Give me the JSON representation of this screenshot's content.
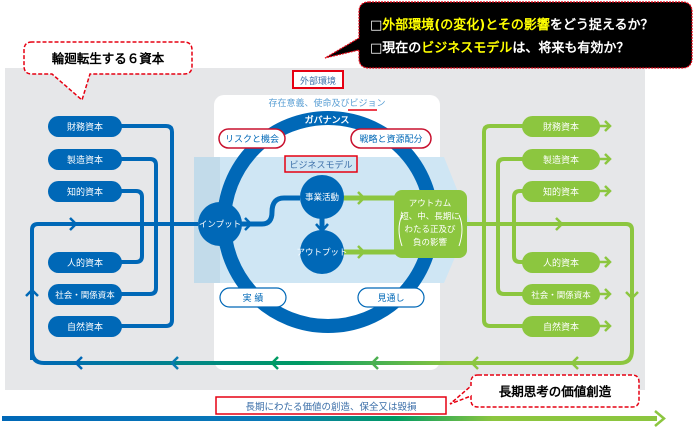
{
  "callouts": {
    "six_capitals": "輪廻転生する６資本",
    "questions": {
      "line1": [
        {
          "text": "□",
          "highlight": false
        },
        {
          "text": "外部環境",
          "highlight": true
        },
        {
          "text": "(の変化)",
          "highlight": false
        },
        {
          "text": "とその",
          "highlight": false
        },
        {
          "text": "影響",
          "highlight": true
        },
        {
          "text": "をどう捉えるか？",
          "highlight": false
        }
      ],
      "line2": [
        {
          "text": "□現在の",
          "highlight": false
        },
        {
          "text": "ビジネスモデル",
          "highlight": true
        },
        {
          "text": "は、将来も有効か？",
          "highlight": false
        }
      ]
    },
    "long_term": "長期思考の価値創造"
  },
  "center": {
    "external_env": "外部環境",
    "purpose": "存在意義、使命及びビジョン",
    "governance": "ガバナンス",
    "risk": "リスクと機会",
    "strategy": "戦略と資源配分",
    "business_model": "ビジネスモデル",
    "input": "インプット",
    "activities": "事業活動",
    "output": "アウトプット",
    "outcome": [
      "アウトカム",
      "短、中、長期に",
      "わたる正及び",
      "負の影響"
    ],
    "performance": "実 績",
    "outlook": "見通し"
  },
  "input_capitals": [
    "財務資本",
    "製造資本",
    "知的資本",
    "人的資本",
    "社会・関係資本",
    "自然資本"
  ],
  "output_capitals": [
    "財務資本",
    "製造資本",
    "知的資本",
    "人的資本",
    "社会・関係資本",
    "自然資本"
  ],
  "bottom": {
    "value_label": "長期にわたる価値の創造、保全又は毀損"
  },
  "colors": {
    "blue": "#0068b7",
    "green": "#8cc63f",
    "teal": "#009b63",
    "highlight": "#ffff00",
    "callout_red": "#e60012"
  }
}
